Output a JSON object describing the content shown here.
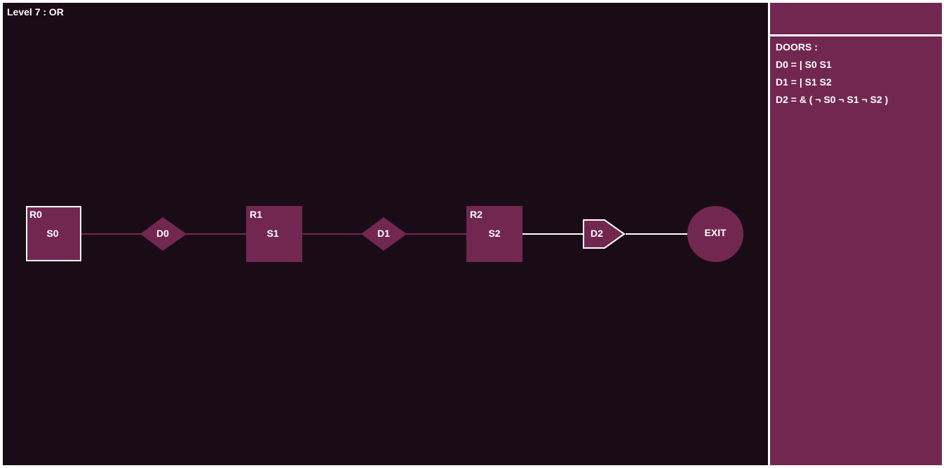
{
  "level": {
    "title": "Level 7 : OR"
  },
  "colors": {
    "background": "#1a0c16",
    "accent": "#722751",
    "outline": "#ffffff",
    "connector": "#722751",
    "active_connector": "#ffffff"
  },
  "rooms": [
    {
      "id": "R0",
      "switch": "S0",
      "active": true
    },
    {
      "id": "R1",
      "switch": "S1",
      "active": false
    },
    {
      "id": "R2",
      "switch": "S2",
      "active": false
    }
  ],
  "doors": [
    {
      "label": "D0",
      "shape": "diamond",
      "active": false
    },
    {
      "label": "D1",
      "shape": "diamond",
      "active": false
    },
    {
      "label": "D2",
      "shape": "arrow",
      "active": true
    }
  ],
  "exit": {
    "label": "EXIT"
  },
  "side_panel": {
    "heading": "DOORS :",
    "equations": [
      "D0 = | S0 S1",
      "D1 = | S1 S2",
      "D2 = & ( ¬ S0 ¬ S1 ¬ S2 )"
    ]
  }
}
